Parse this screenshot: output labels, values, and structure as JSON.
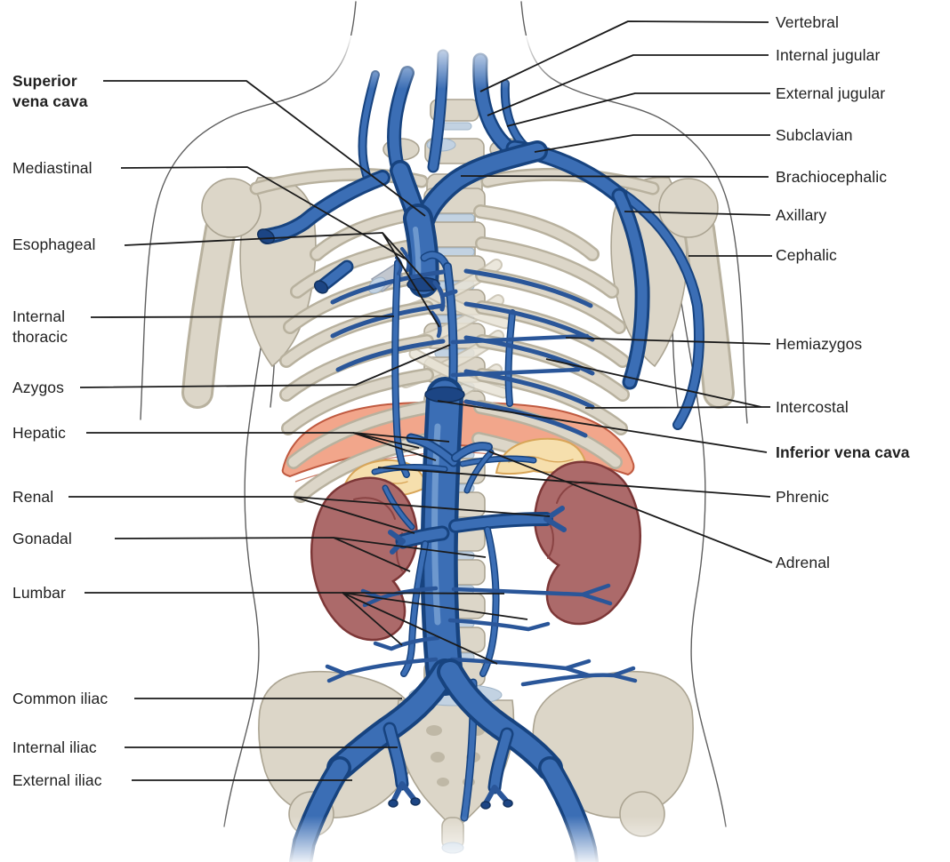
{
  "labels_left": [
    {
      "id": "superior-vena-cava",
      "text": "Superior\nvena cava",
      "bold": true
    },
    {
      "id": "mediastinal",
      "text": "Mediastinal",
      "bold": false
    },
    {
      "id": "esophageal",
      "text": "Esophageal",
      "bold": false
    },
    {
      "id": "internal-thoracic",
      "text": "Internal\nthoracic",
      "bold": false
    },
    {
      "id": "azygos",
      "text": "Azygos",
      "bold": false
    },
    {
      "id": "hepatic",
      "text": "Hepatic",
      "bold": false
    },
    {
      "id": "renal",
      "text": "Renal",
      "bold": false
    },
    {
      "id": "gonadal",
      "text": "Gonadal",
      "bold": false
    },
    {
      "id": "lumbar",
      "text": "Lumbar",
      "bold": false
    },
    {
      "id": "common-iliac",
      "text": "Common iliac",
      "bold": false
    },
    {
      "id": "internal-iliac",
      "text": "Internal iliac",
      "bold": false
    },
    {
      "id": "external-iliac",
      "text": "External iliac",
      "bold": false
    }
  ],
  "labels_right": [
    {
      "id": "vertebral",
      "text": "Vertebral",
      "bold": false
    },
    {
      "id": "internal-jugular",
      "text": "Internal jugular",
      "bold": false
    },
    {
      "id": "external-jugular",
      "text": "External jugular",
      "bold": false
    },
    {
      "id": "subclavian",
      "text": "Subclavian",
      "bold": false
    },
    {
      "id": "brachiocephalic",
      "text": "Brachiocephalic",
      "bold": false
    },
    {
      "id": "axillary",
      "text": "Axillary",
      "bold": false
    },
    {
      "id": "cephalic",
      "text": "Cephalic",
      "bold": false
    },
    {
      "id": "hemiazygos",
      "text": "Hemiazygos",
      "bold": false
    },
    {
      "id": "intercostal",
      "text": "Intercostal",
      "bold": false
    },
    {
      "id": "inferior-vena-cava",
      "text": "Inferior vena cava",
      "bold": true
    },
    {
      "id": "phrenic",
      "text": "Phrenic",
      "bold": false
    },
    {
      "id": "adrenal",
      "text": "Adrenal",
      "bold": false
    }
  ],
  "colors": {
    "vein_fill": "#3B6EB5",
    "vein_outline": "#17437F",
    "vein_highlight": "#7AA2D4",
    "bone_fill": "#DCD6C8",
    "bone_outline": "#ABA492",
    "kidney_fill": "#AC6A6A",
    "kidney_outline": "#7D3737",
    "adrenal_fill": "#F6DFAD",
    "adrenal_outline": "#D8A558",
    "diaphragm_fill": "#F2A68B",
    "diaphragm_outline": "#C05A40",
    "leader_line": "#1A1A1A",
    "label_text": "#1F1F1F",
    "background": "#FFFFFF"
  }
}
